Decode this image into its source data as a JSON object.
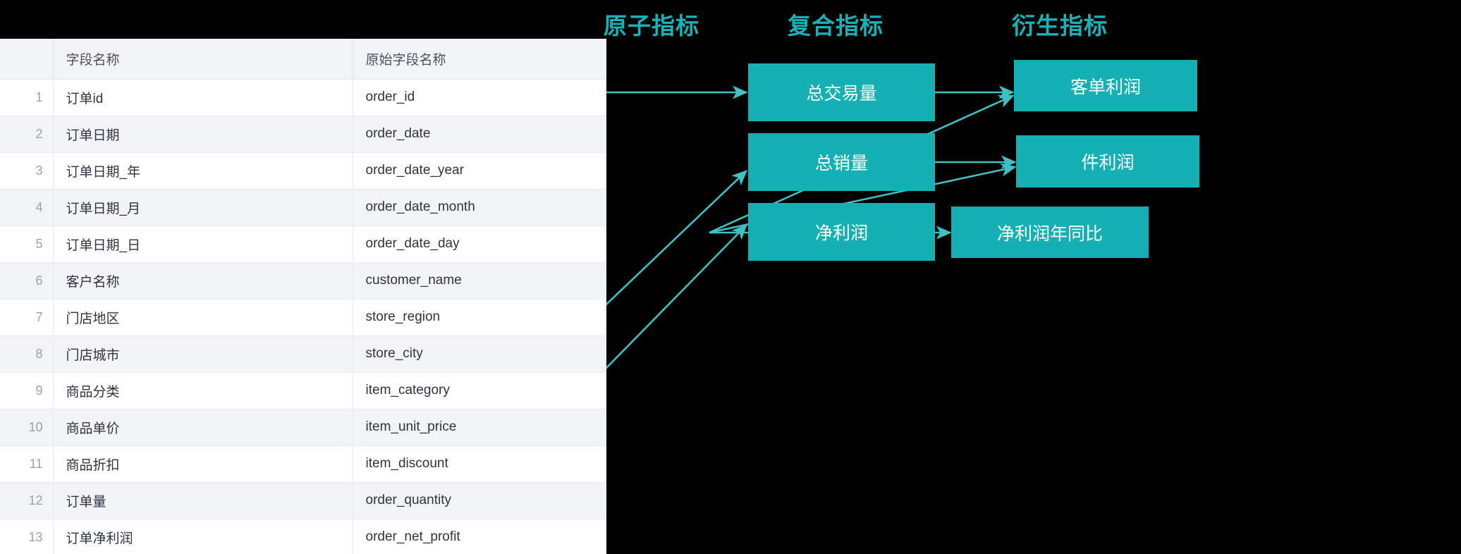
{
  "table": {
    "columns": [
      "",
      "字段名称",
      "原始字段名称"
    ],
    "rows": [
      {
        "idx": "1",
        "name": "订单id",
        "raw": "order_id"
      },
      {
        "idx": "2",
        "name": "订单日期",
        "raw": "order_date"
      },
      {
        "idx": "3",
        "name": "订单日期_年",
        "raw": "order_date_year"
      },
      {
        "idx": "4",
        "name": "订单日期_月",
        "raw": "order_date_month"
      },
      {
        "idx": "5",
        "name": "订单日期_日",
        "raw": "order_date_day"
      },
      {
        "idx": "6",
        "name": "客户名称",
        "raw": "customer_name"
      },
      {
        "idx": "7",
        "name": "门店地区",
        "raw": "store_region"
      },
      {
        "idx": "8",
        "name": "门店城市",
        "raw": "store_city"
      },
      {
        "idx": "9",
        "name": "商品分类",
        "raw": "item_category"
      },
      {
        "idx": "10",
        "name": "商品单价",
        "raw": "item_unit_price"
      },
      {
        "idx": "11",
        "name": "商品折扣",
        "raw": "item_discount"
      },
      {
        "idx": "12",
        "name": "订单量",
        "raw": "order_quantity"
      },
      {
        "idx": "13",
        "name": "订单净利润",
        "raw": "order_net_profit"
      }
    ]
  },
  "diagram": {
    "headers": [
      {
        "label": "原子指标"
      },
      {
        "label": "复合指标"
      },
      {
        "label": "衍生指标"
      }
    ],
    "nodes": [
      {
        "label": "总交易量"
      },
      {
        "label": "总销量"
      },
      {
        "label": "净利润"
      },
      {
        "label": "客单利润"
      },
      {
        "label": "件利润"
      },
      {
        "label": "净利润年同比"
      }
    ],
    "accent_color": "#14b0b4",
    "header_color": "#15b3b7",
    "arrow_color": "#3fc0c2"
  }
}
